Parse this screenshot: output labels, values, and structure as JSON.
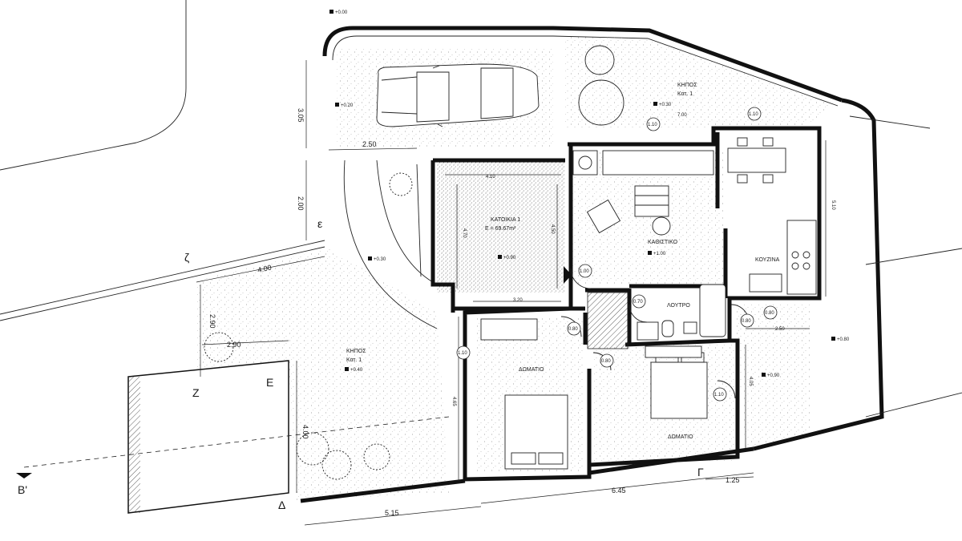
{
  "site_labels": {
    "corner_top_left": "ε",
    "corner_left": "ζ",
    "corner_Z": "Z",
    "corner_E": "E",
    "corner_delta": "Δ",
    "corner_gamma": "Γ",
    "section_marker": "B'"
  },
  "rooms": {
    "house_title": "ΚΑΤΟΙΚΙΑ 1",
    "house_area": "E = 69.67m²",
    "living": "ΚΑΘΙΣΤΙΚΟ",
    "kitchen": "ΚΟΥΖΙΝΑ",
    "bath": "ΛΟΥΤΡΟ",
    "bedroom1": "ΔΩΜΑΤΙΟ",
    "bedroom2": "ΔΩΜΑΤΙΟ",
    "garden_right_title": "ΚΗΠΟΣ",
    "garden_right_sub": "Κατ. 1",
    "garden_left_title": "ΚΗΠΟΣ",
    "garden_left_sub": "Κατ. 1"
  },
  "dimensions": {
    "d_305": "3.05",
    "d_250_top": "2.50",
    "d_200": "2.00",
    "d_410": "4.10",
    "d_470": "4.70",
    "d_450": "4.50",
    "d_320": "3.20",
    "d_400_left": "4.00",
    "d_290_v": "2.90",
    "d_290_h": "2.90",
    "d_700": "7.00",
    "d_510": "5.10",
    "d_250_right": "2.50",
    "d_465": "4.65",
    "d_405": "4.05",
    "d_400_bottom": "4.00",
    "d_645": "6.45",
    "d_515": "5.15",
    "d_125": "1.25"
  },
  "elevations": {
    "e_top": "+0.00",
    "e_driveway": "+0.20",
    "e_garden_right": "+0.30",
    "e_path": "+0.30",
    "e_patio": "+0.90",
    "e_living": "+1.00",
    "e_garden_left": "+0.40",
    "e_right_outer": "+0.80",
    "e_right_low": "+0.90"
  },
  "door_tags": {
    "t1": "1.10",
    "t2": "1.10",
    "t3": "1.00",
    "t4": "0.70",
    "t5": "0.80",
    "t6": "0.80",
    "t7": "0.80",
    "t8": "0.80",
    "t9": "1.10",
    "t10": "1.10"
  }
}
